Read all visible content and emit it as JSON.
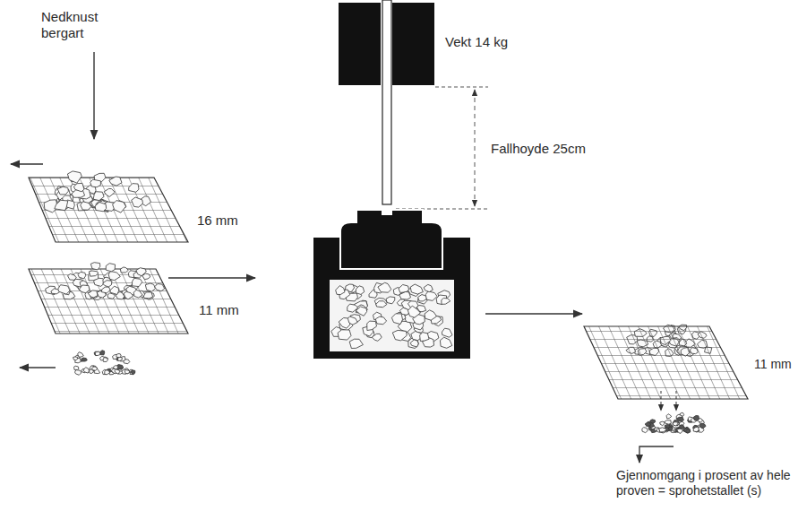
{
  "diagram": {
    "labels": [
      "Nedknust bergart",
      "16 mm",
      "11 mm",
      "Vekt 14 kg",
      "Fallhoyde 25cm",
      "11 mm",
      "Gjennomgang i prosent av hele proven = sprohetstallet (s)"
    ]
  }
}
